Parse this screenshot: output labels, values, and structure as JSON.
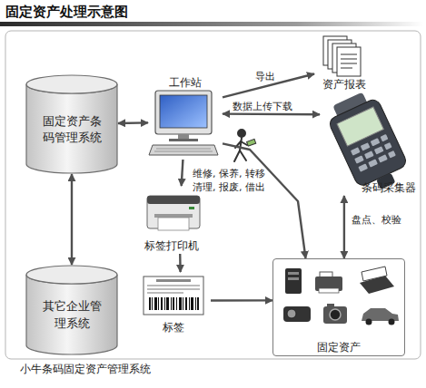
{
  "diagram": {
    "title": "固定资产处理示意图",
    "caption": "小牛条码固定资产管理系统",
    "nodes": [
      {
        "text": [
          "固定资产条码管理系统"
        ]
      },
      {
        "text": [
          "工作站"
        ]
      },
      {
        "text": [
          "资产报表"
        ]
      },
      {
        "text": [
          "条码采集器"
        ]
      },
      {
        "text": [
          "标签打印机"
        ]
      },
      {
        "text": [
          "其它企业管理系统"
        ]
      },
      {
        "text": [
          "标签"
        ]
      },
      {
        "text": [
          "固定资产"
        ]
      }
    ],
    "edges": [
      {
        "from": 0,
        "to": 1,
        "arrow": "both"
      },
      {
        "from": 0,
        "to": 5,
        "arrow": "both"
      },
      {
        "from": 1,
        "to": 2,
        "label": "导出",
        "arrow": "to"
      },
      {
        "from": 1,
        "to": 3,
        "label": "数据上传下载",
        "arrow": "both"
      },
      {
        "from": 1,
        "to": 4,
        "arrow": "to"
      },
      {
        "from": 4,
        "to": 6,
        "arrow": "to"
      },
      {
        "from": 6,
        "to": 7,
        "arrow": "to"
      },
      {
        "from": 1,
        "to": 7,
        "label": "维修, 保养, 转移 清理, 报废, 借出",
        "arrow": "to"
      },
      {
        "from": 3,
        "to": 7,
        "label": "盘点、校验",
        "arrow": "both"
      }
    ]
  }
}
